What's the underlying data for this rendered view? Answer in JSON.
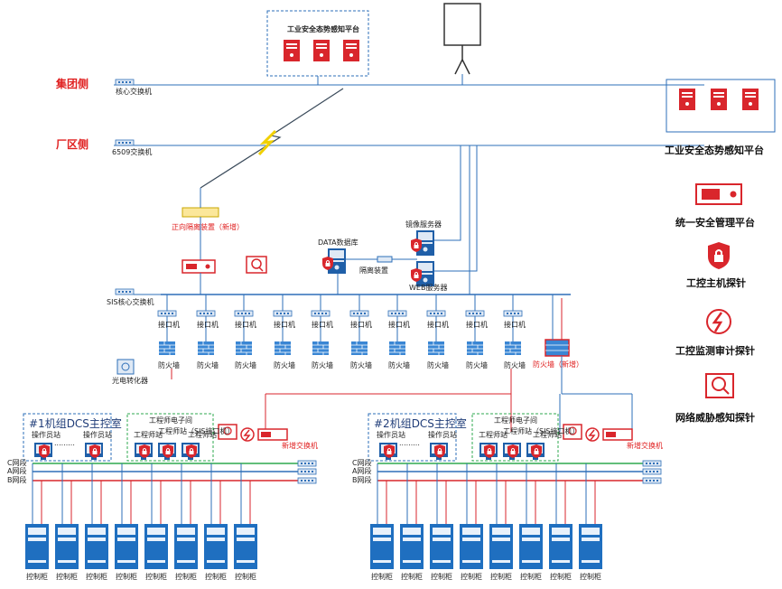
{
  "top_platform": {
    "title": "工业安全态势感知平台"
  },
  "zones": {
    "group": "集团侧",
    "plant": "厂区侧"
  },
  "switches": {
    "core": "核心交换机",
    "s6509": "6509交换机",
    "sis_core": "SIS核心交换机",
    "new_switch": "新增交换机"
  },
  "devices": {
    "forward_isolation": "正向隔离装置（新增）",
    "data_db": "DATA数据库",
    "mirror_server": "镜像服务器",
    "web_server": "WEB服务器",
    "isolation": "隔离装置",
    "interface_machine": "接口机",
    "firewall": "防火墙",
    "firewall_new": "防火墙（新增）",
    "converter": "光电转化器"
  },
  "unit1": {
    "dcs_room": "#1机组DCS主控室",
    "eng_room": "工程师电子间",
    "op_station": "操作员站",
    "dots": ".........",
    "eng_station": "工程师站",
    "eng_station_sis": "工程师站（SIS接口机）",
    "net_c": "C网段",
    "net_a": "A网段",
    "net_b": "B网段"
  },
  "unit2": {
    "dcs_room": "#2机组DCS主控室",
    "eng_room": "工程师电子间",
    "op_station": "操作员站",
    "dots": ".........",
    "eng_station": "工程师站",
    "eng_station_sis": "工程师站（SIS接口机）",
    "net_c": "C网段",
    "net_a": "A网段",
    "net_b": "B网段"
  },
  "cabinet": {
    "label": "控制柜"
  },
  "legend": [
    {
      "icon": "server-rack-icon",
      "label": "工业安全态势感知平台"
    },
    {
      "icon": "management-appliance-icon",
      "label": "统一安全管理平台"
    },
    {
      "icon": "shield-lock-icon",
      "label": "工控主机探针"
    },
    {
      "icon": "lightning-badge-icon",
      "label": "工控监测审计探针"
    },
    {
      "icon": "magnifier-monitor-icon",
      "label": "网络威胁感知探针"
    }
  ],
  "colors": {
    "blue": "#2e6fb8",
    "red": "#e02020",
    "green": "#2fa84f",
    "dark": "#203864"
  }
}
